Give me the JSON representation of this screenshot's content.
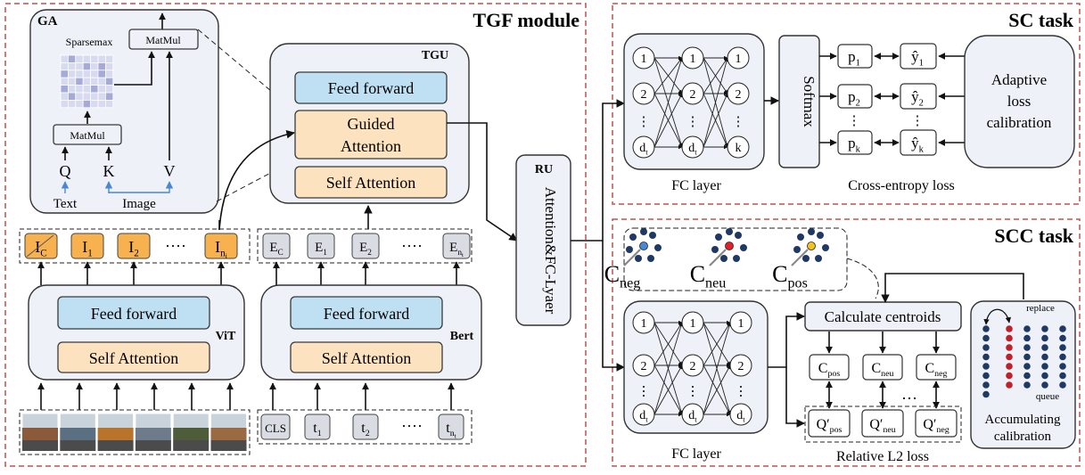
{
  "colors": {
    "panel_border": "#c0504d",
    "ff_fill": "#bfe0f3",
    "attn_fill": "#fde2bf",
    "module_fill": "#eef2f8",
    "token_image": "#f7b24f",
    "token_text": "#d9dde3",
    "sparse_light": "#d8dbef",
    "sparse_dark": "#a5aad6",
    "highlight_blue": "#4a86d6",
    "highlight_red": "#e2202a",
    "highlight_yellow": "#f4c21c",
    "queue_dot": "#1f3864",
    "queue_replace": "#c0202a"
  },
  "tgf": {
    "title": "TGF module",
    "ga": {
      "label": "GA",
      "sparsemax": "Sparsemax",
      "matmul_top": "MatMul",
      "matmul_bottom": "MatMul",
      "q": "Q",
      "k": "K",
      "v": "V",
      "text_label": "Text",
      "image_label": "Image"
    },
    "tgu": {
      "label": "TGU",
      "feed_forward": "Feed forward",
      "guided_1": "Guided",
      "guided_2": "Attention",
      "self_attention": "Self Attention"
    },
    "vit": {
      "label": "ViT",
      "feed_forward": "Feed forward",
      "self_attention": "Self Attention",
      "tokens": [
        "I",
        "I",
        "I",
        "I"
      ],
      "token_subs": [
        "C",
        "1",
        "2",
        "n"
      ],
      "token_subsub": "i",
      "dots": "····"
    },
    "bert": {
      "label": "Bert",
      "feed_forward": "Feed forward",
      "self_attention": "Self Attention",
      "tokens": [
        "E",
        "E",
        "E",
        "E"
      ],
      "token_subs": [
        "C",
        "1",
        "2",
        "n"
      ],
      "token_subsub": "t",
      "dots": "····",
      "inputs": [
        "CLS",
        "t",
        "t",
        "t"
      ],
      "input_subs": [
        "",
        "1",
        "2",
        "n"
      ],
      "input_subsub": "t"
    }
  },
  "ru": {
    "label": "RU",
    "text": "Attention&FC-Lyaer"
  },
  "sc": {
    "title": "SC task",
    "fc_label": "FC layer",
    "nodes_in": [
      "1",
      "2",
      "d"
    ],
    "nodes_mid": [
      "1",
      "2",
      "d"
    ],
    "nodes_out": [
      "1",
      "2",
      "k"
    ],
    "node_sub": "t",
    "vdots": "⋮",
    "softmax": "Softmax",
    "p_labels": [
      "p",
      "p",
      "p"
    ],
    "p_subs": [
      "1",
      "2",
      "k"
    ],
    "y_labels": [
      "ŷ",
      "ŷ",
      "ŷ"
    ],
    "y_subs": [
      "1",
      "2",
      "k"
    ],
    "loss": "Cross-entropy loss",
    "alc_1": "Adaptive",
    "alc_2": "loss",
    "alc_3": "calibration"
  },
  "scc": {
    "title": "SCC task",
    "centroids": [
      {
        "main": "C",
        "sub": "neg"
      },
      {
        "main": "C",
        "sub": "neu"
      },
      {
        "main": "C",
        "sub": "pos"
      }
    ],
    "fc_label": "FC layer",
    "nodes_in": [
      "1",
      "2",
      "d"
    ],
    "nodes_mid": [
      "1",
      "2",
      "d"
    ],
    "nodes_out": [
      "1",
      "2",
      "d"
    ],
    "node_sub": "t",
    "calc": "Calculate centroids",
    "c_boxes": [
      {
        "main": "C",
        "sub": "pos"
      },
      {
        "main": "C",
        "sub": "neu"
      },
      {
        "main": "C",
        "sub": "neg"
      }
    ],
    "q_boxes": [
      {
        "main": "Q′",
        "sub": "pos"
      },
      {
        "main": "Q′",
        "sub": "neu"
      },
      {
        "main": "Q′",
        "sub": "neg"
      }
    ],
    "dots": "…",
    "loss": "Relative L2 loss",
    "replace": "replace",
    "queue": "queue",
    "acc_1": "Accumulating",
    "acc_2": "calibration"
  }
}
